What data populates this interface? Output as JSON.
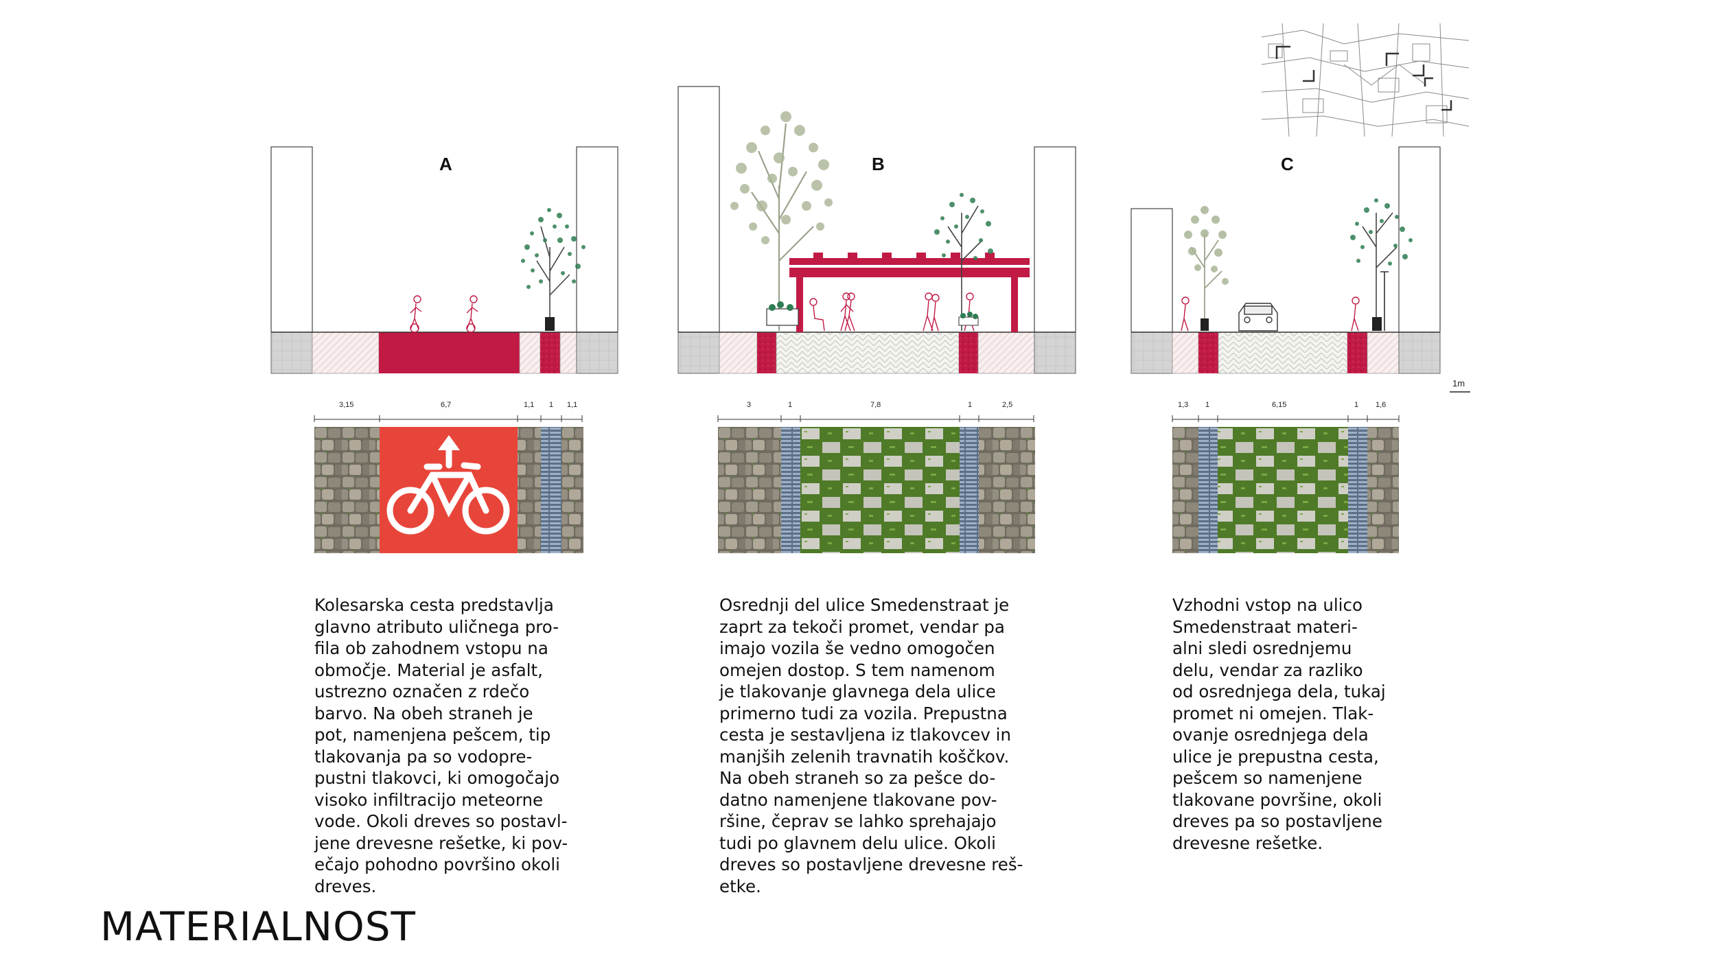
{
  "title": "MATERIALNOST",
  "scale_label": "1m",
  "colors": {
    "accent": "#c11a45",
    "asphalt_red": "#e8453a",
    "grass": "#5f8a2f",
    "paver": "#c9c9c2",
    "cobble": "#8f8a7e",
    "grate": "#7b8ea8"
  },
  "sections": [
    {
      "label": "A",
      "dims": [
        "3,15",
        "6,7",
        "1,1",
        "1",
        "1,1"
      ],
      "paragraph": [
        "Kolesarska cesta predstavlja",
        "glavno atributo uličnega pro-",
        "fila ob  zahodnem vstopu na",
        "območje. Material je asfalt,",
        "ustrezno označen z rdečo",
        "barvo. Na obeh straneh je",
        "pot, namenjena pešcem, tip",
        "tlakovanja pa so vodopre-",
        "pustni tlakovci, ki omogočajo",
        "visoko infiltracijo meteorne",
        "vode. Okoli dreves so postavl-",
        "jene drevesne rešetke, ki pov-",
        "ečajo pohodno površino okoli",
        "dreves."
      ]
    },
    {
      "label": "B",
      "dims": [
        "3",
        "1",
        "7,8",
        "1",
        "2,5"
      ],
      "paragraph": [
        "Osrednji del ulice Smedenstraat je",
        "zaprt za tekoči promet, vendar pa",
        "imajo vozila še vedno omogočen",
        "omejen dostop. S tem namenom",
        "je tlakovanje glavnega dela ulice",
        "primerno tudi za vozila. Prepustna",
        "cesta je sestavljena iz tlakovcev in",
        "manjših zelenih travnatih koščkov.",
        "Na obeh straneh so za pešce do-",
        "datno namenjene tlakovane pov-",
        "ršine, čeprav se lahko sprehajajo",
        "tudi po glavnem delu ulice. Okoli",
        "dreves so postavljene drevesne reš-",
        "etke."
      ]
    },
    {
      "label": "C",
      "dims": [
        "1,3",
        "1",
        "6,15",
        "1",
        "1,6"
      ],
      "paragraph": [
        "Vzhodni vstop na ulico",
        "Smedenstraat materi-",
        "alni sledi osrednjemu",
        "delu, vendar za razliko",
        "od osrednjega dela, tukaj",
        "promet ni omejen. Tlak-",
        "ovanje osrednjega dela",
        "ulice je prepustna cesta,",
        "pešcem so namenjene",
        "tlakovane površine, okoli",
        "dreves pa so postavljene",
        "drevesne rešetke."
      ]
    }
  ]
}
